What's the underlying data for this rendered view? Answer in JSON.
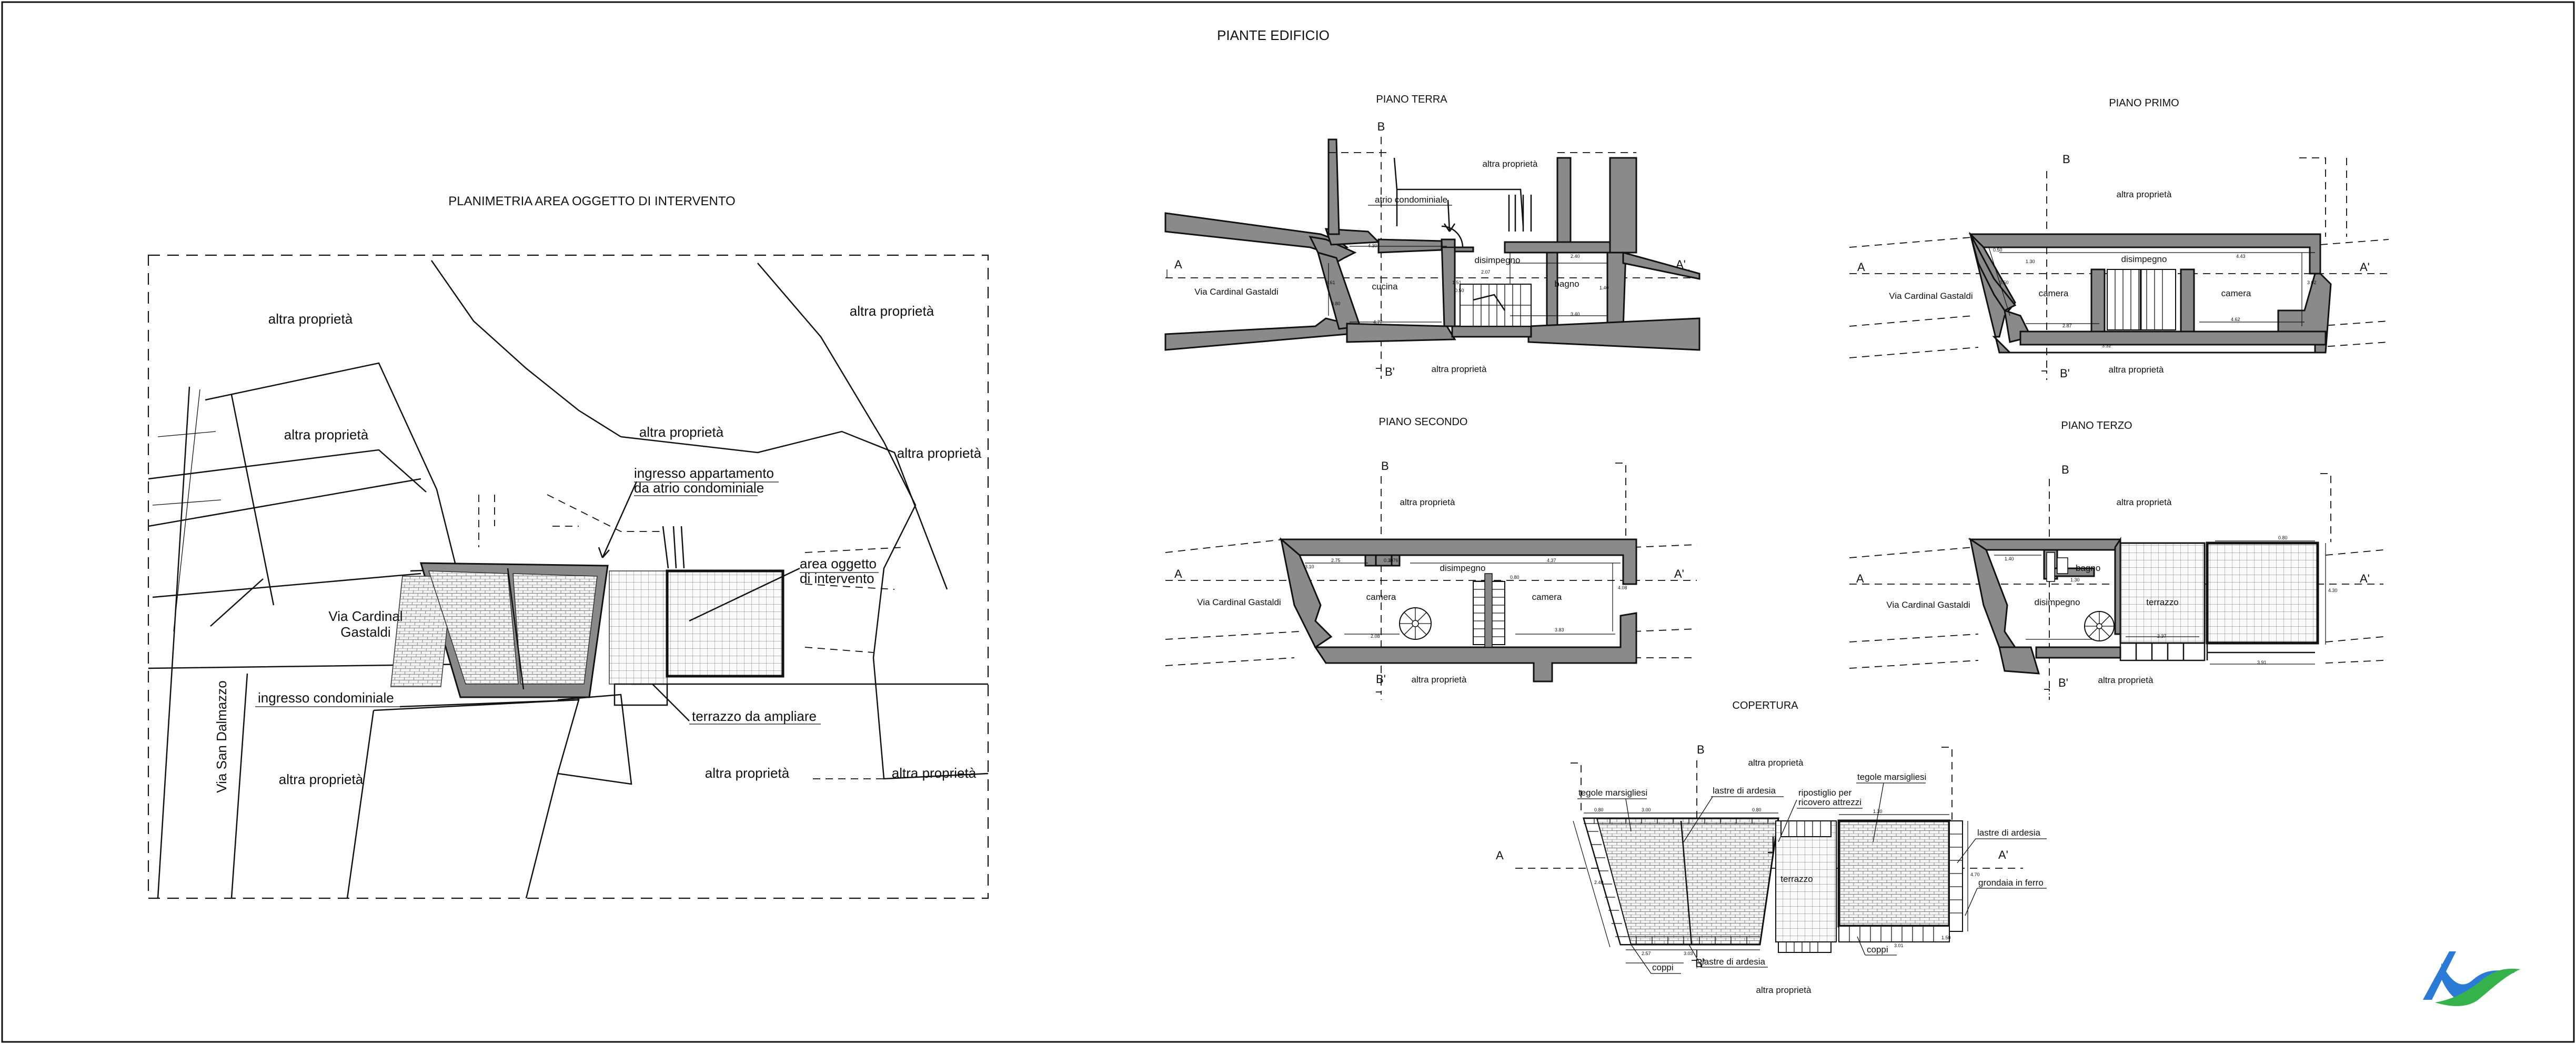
{
  "sheet": {
    "title": "PIANTE EDIFICIO",
    "site_plan": {
      "title": "PLANIMETRIA AREA OGGETTO DI INTERVENTO",
      "owners": [
        "altra proprietà",
        "altra proprietà",
        "altra proprietà",
        "altra proprietà",
        "altra proprietà",
        "altra proprietà",
        "altra proprietà"
      ],
      "street_main": "Via Cardinal\nGastaldi",
      "street_side": "Via San Dalmazzo",
      "note_entrance_apartment": "ingresso appartamento\nda atrio condominiale",
      "note_area": "area oggetto\ndi intervento",
      "note_entrance_condo": "ingresso condominiale",
      "note_terrace": "terrazzo da ampliare"
    },
    "plans": {
      "ground": {
        "title": "PIANO TERRA",
        "rooms": [
          "atrio condominiale",
          "disimpegno",
          "cucina",
          "bagno"
        ],
        "other": [
          "altra proprietà",
          "altra proprietà"
        ],
        "street": "Via Cardinal Gastaldi"
      },
      "first": {
        "title": "PIANO PRIMO",
        "rooms": [
          "disimpegno",
          "camera",
          "camera"
        ],
        "other": [
          "altra proprietà",
          "altra proprietà"
        ],
        "street": "Via Cardinal Gastaldi"
      },
      "second": {
        "title": "PIANO SECONDO",
        "rooms": [
          "disimpegno",
          "camera",
          "camera"
        ],
        "other": [
          "altra proprietà",
          "altra proprietà"
        ],
        "street": "Via Cardinal Gastaldi"
      },
      "third": {
        "title": "PIANO TERZO",
        "rooms": [
          "bagno",
          "disimpegno",
          "terrazzo"
        ],
        "other": [
          "altra proprietà",
          "altra proprietà"
        ],
        "street": "Via Cardinal Gastaldi"
      },
      "roof": {
        "title": "COPERTURA",
        "labels": [
          "tegole marsigliesi",
          "lastre di ardesia",
          "ripostiglio per\nricovero attrezzi",
          "tegole marsigliesi",
          "lastre di ardesia",
          "grondaia in ferro",
          "terrazzo",
          "lastre di ardesia",
          "coppi",
          "coppi"
        ],
        "other": [
          "altra proprietà",
          "altra proprietà"
        ]
      }
    },
    "section_marks": {
      "a": "A",
      "a_prime": "A'",
      "b": "B",
      "b_prime": "B'"
    },
    "dimensions": {
      "ground": [
        "4.30",
        "3.61",
        "0.80",
        "2.07",
        "4.77",
        "1.51",
        "0.50",
        "2.40",
        "1.40",
        "3.40"
      ],
      "first": [
        "0.50",
        "3.50",
        "1.30",
        "4.43",
        "2.87",
        "3.02",
        "4.62",
        "3.32"
      ],
      "second": [
        "3.10",
        "2.75",
        "0.30",
        "3.76",
        "4.37",
        "4.08",
        "0.80",
        "2.08",
        "3.83"
      ],
      "third": [
        "1.40",
        "1.30",
        "0.80",
        "4.30",
        "2.37",
        "3.91"
      ],
      "roof": [
        "0.80",
        "3.00",
        "0.80",
        "1.30",
        "4.70",
        "2.40",
        "3.03",
        "2.57",
        "1.50",
        "3.01"
      ]
    },
    "logo": {
      "colors": [
        "#2a7bd6",
        "#35b34a"
      ]
    }
  }
}
